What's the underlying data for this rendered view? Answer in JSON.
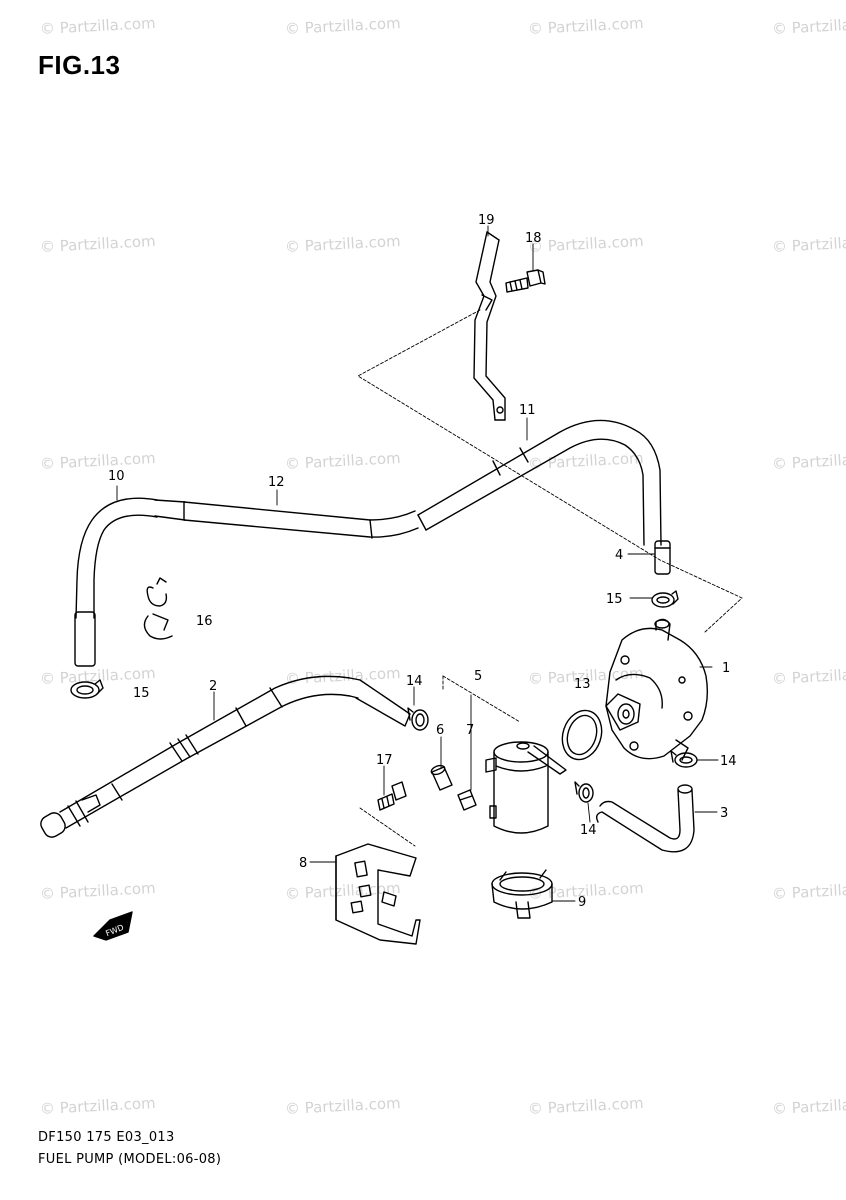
{
  "title": "FIG.13",
  "watermark": "© Partzilla.com",
  "footer": {
    "code": "DF150 175 E03_013",
    "caption": "FUEL PUMP (MODEL:06-08)"
  },
  "fwd_label": "FWD",
  "callouts": {
    "c1": "1",
    "c2": "2",
    "c3": "3",
    "c4": "4",
    "c5": "5",
    "c6": "6",
    "c7": "7",
    "c8": "8",
    "c9": "9",
    "c10": "10",
    "c11": "11",
    "c12": "12",
    "c13": "13",
    "c14a": "14",
    "c14b": "14",
    "c14c": "14",
    "c15a": "15",
    "c15b": "15",
    "c16": "16",
    "c17": "17",
    "c18": "18",
    "c19": "19"
  }
}
